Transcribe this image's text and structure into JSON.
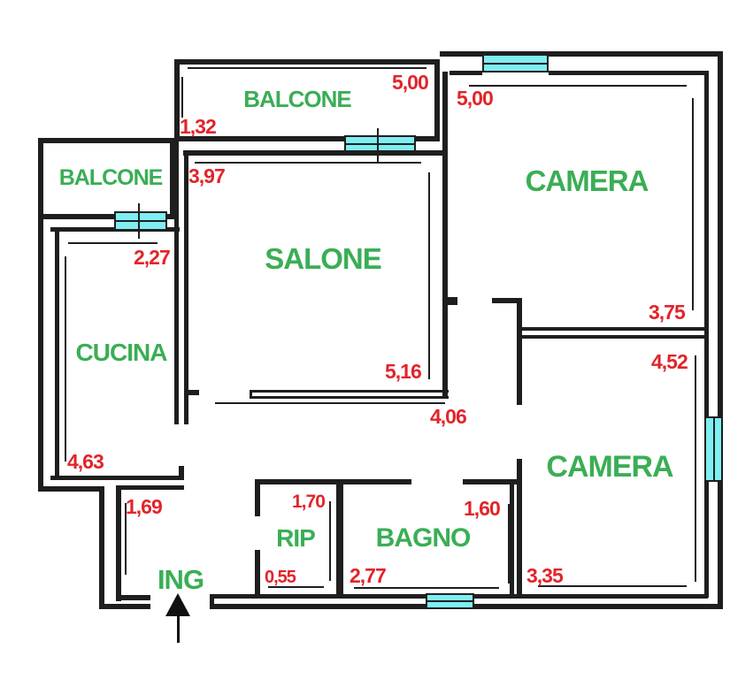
{
  "plan": {
    "background": "#ffffff",
    "colors": {
      "wall": "#1e1e1e",
      "window_fill": "#7eeef2",
      "room_label": "#3aae55",
      "dimension_label": "#e2242a"
    },
    "rooms": {
      "balcone_top": "BALCONE",
      "balcone_left": "BALCONE",
      "camera_top": "CAMERA",
      "salone": "SALONE",
      "cucina": "CUCINA",
      "camera_bottom": "CAMERA",
      "rip": "RIP",
      "bagno": "BAGNO",
      "ingresso": "ING"
    },
    "dimensions": {
      "balcone_top_width": "5,00",
      "balcone_top_depth": "1,32",
      "camera_top_width": "5,00",
      "camera_top_height": "3,75",
      "salone_width": "3,97",
      "salone_height": "5,16",
      "hallway_width": "4,06",
      "balcone_left_width": "2,27",
      "cucina_height": "4,63",
      "entrance_height": "1,69",
      "rip_height": "1,70",
      "rip_width": "0,55",
      "bagno_height": "1,60",
      "bagno_width": "2,77",
      "camera_bottom_width": "3,35",
      "camera_bottom_height": "4,52"
    }
  }
}
